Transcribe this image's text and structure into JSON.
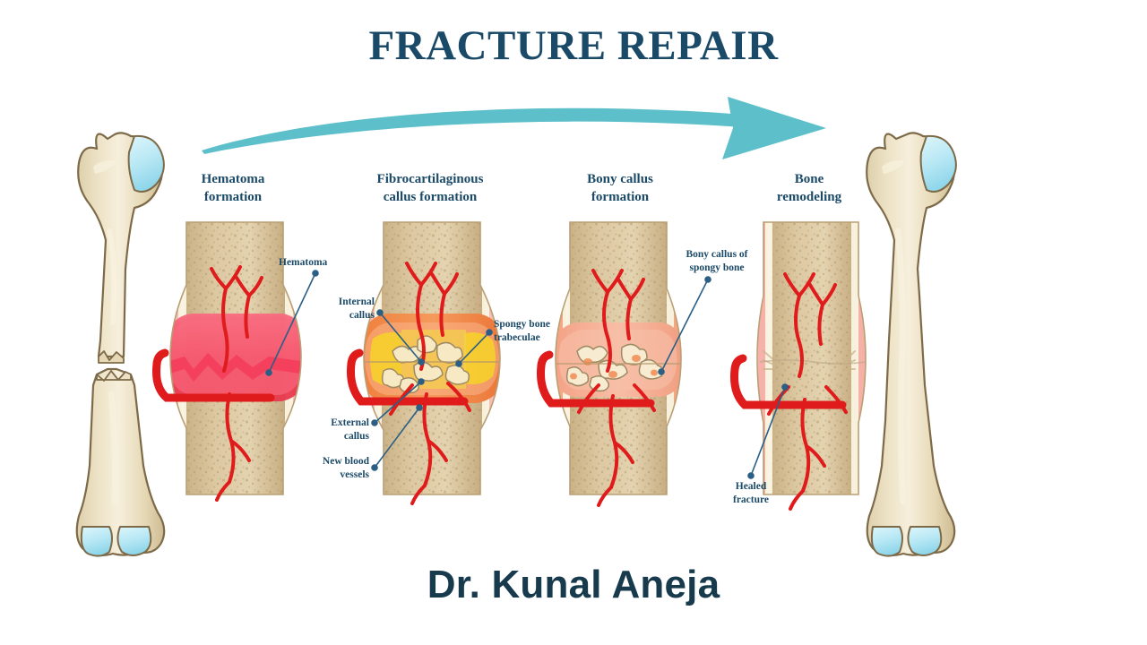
{
  "header": {
    "title": "FRACTURE REPAIR"
  },
  "footer": {
    "signature": "Dr. Kunal Aneja"
  },
  "arrow": {
    "name": "progression-arrow",
    "color": "#5CBFCA",
    "direction": "left-to-right"
  },
  "colors": {
    "title_navy": "#1b4a68",
    "signature_navy": "#173a4d",
    "arrow_teal": "#5CBFCA",
    "bone_cream": "#e9ddbe",
    "bone_outline": "#6d5b3e",
    "cartilage_cyan": "#bfeaf5",
    "trabecular_tan": "#d8c39b",
    "cortical_light": "#f3ead3",
    "periosteum_pink": "#f0a0a0",
    "hematoma_red": "#ef4a63",
    "callus_orange": "#f07e3c",
    "cartilage_yellow": "#f5cf2e",
    "vessel_red": "#e01b1b",
    "leader_line": "#2b5f85",
    "background": "#ffffff"
  },
  "stages": [
    {
      "id": "stage-1",
      "label_line1": "Hematoma",
      "label_line2": "formation",
      "label_full": "Hematoma formation"
    },
    {
      "id": "stage-2",
      "label_line1": "Fibrocartilaginous",
      "label_line2": "callus formation",
      "label_full": "Fibrocartilaginous callus formation"
    },
    {
      "id": "stage-3",
      "label_line1": "Bony callus",
      "label_line2": "formation",
      "label_full": "Bony callus formation"
    },
    {
      "id": "stage-4",
      "label_line1": "Bone",
      "label_line2": "remodeling",
      "label_full": "Bone remodeling"
    }
  ],
  "callouts": [
    {
      "id": "callout-hematoma",
      "line1": "Hematoma",
      "line2": "",
      "align": "left",
      "stage": "stage-1"
    },
    {
      "id": "callout-internal-callus",
      "line1": "Internal",
      "line2": "callus",
      "align": "right",
      "stage": "stage-2"
    },
    {
      "id": "callout-external-callus",
      "line1": "External",
      "line2": "callus",
      "align": "right",
      "stage": "stage-2"
    },
    {
      "id": "callout-new-blood-vessels",
      "line1": "New blood",
      "line2": "vessels",
      "align": "right",
      "stage": "stage-2"
    },
    {
      "id": "callout-spongy-bone-trabeculae",
      "line1": "Spongy bone",
      "line2": "trabeculae",
      "align": "left",
      "stage": "stage-2"
    },
    {
      "id": "callout-bony-callus-spongy",
      "line1": "Bony callus of",
      "line2": "spongy bone",
      "align": "center",
      "stage": "stage-3"
    },
    {
      "id": "callout-healed-fracture",
      "line1": "Healed",
      "line2": "fracture",
      "align": "center",
      "stage": "stage-4"
    }
  ],
  "bones": [
    {
      "id": "femur-fractured",
      "name": "whole-femur-fractured",
      "side": "left",
      "state": "fractured"
    },
    {
      "id": "femur-healed",
      "name": "whole-femur-healed",
      "side": "right",
      "state": "healed"
    }
  ]
}
